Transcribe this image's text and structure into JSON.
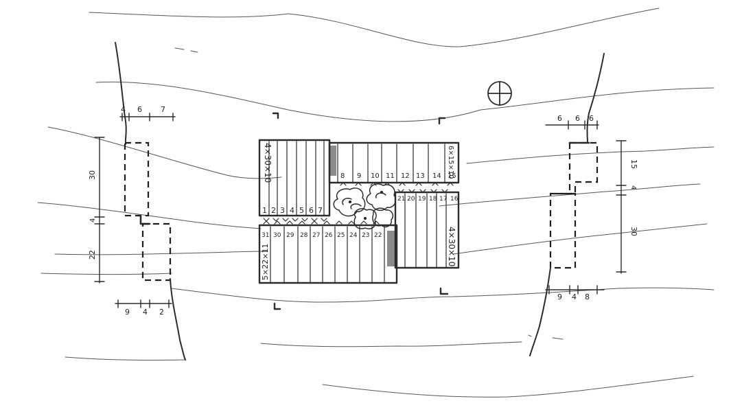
{
  "plan": {
    "block_north_label": "4×30×10",
    "block_east_top_label": "6×15×10",
    "block_east_bottom_label": "4×30×10",
    "block_south_label": "5×22×11",
    "units_west": [
      "1",
      "2",
      "3",
      "4",
      "5",
      "6",
      "7"
    ],
    "units_north": [
      "8",
      "9",
      "10",
      "11",
      "12",
      "13",
      "14",
      "15"
    ],
    "units_east": [
      "16",
      "17",
      "18",
      "19",
      "20",
      "21"
    ],
    "units_south": [
      "22",
      "23",
      "24",
      "25",
      "26",
      "27",
      "28",
      "29",
      "30",
      "31"
    ],
    "left_dims_top": [
      "4",
      "6",
      "7"
    ],
    "left_dims_bottom": [
      "9",
      "4",
      "2"
    ],
    "left_dims_vertical": [
      "30",
      "4",
      "22"
    ],
    "right_dims_top": [
      "6",
      "6",
      "6"
    ],
    "right_dims_bottom": [
      "9",
      "4",
      "8"
    ],
    "right_dims_vertical": [
      "15",
      "4",
      "30"
    ]
  }
}
